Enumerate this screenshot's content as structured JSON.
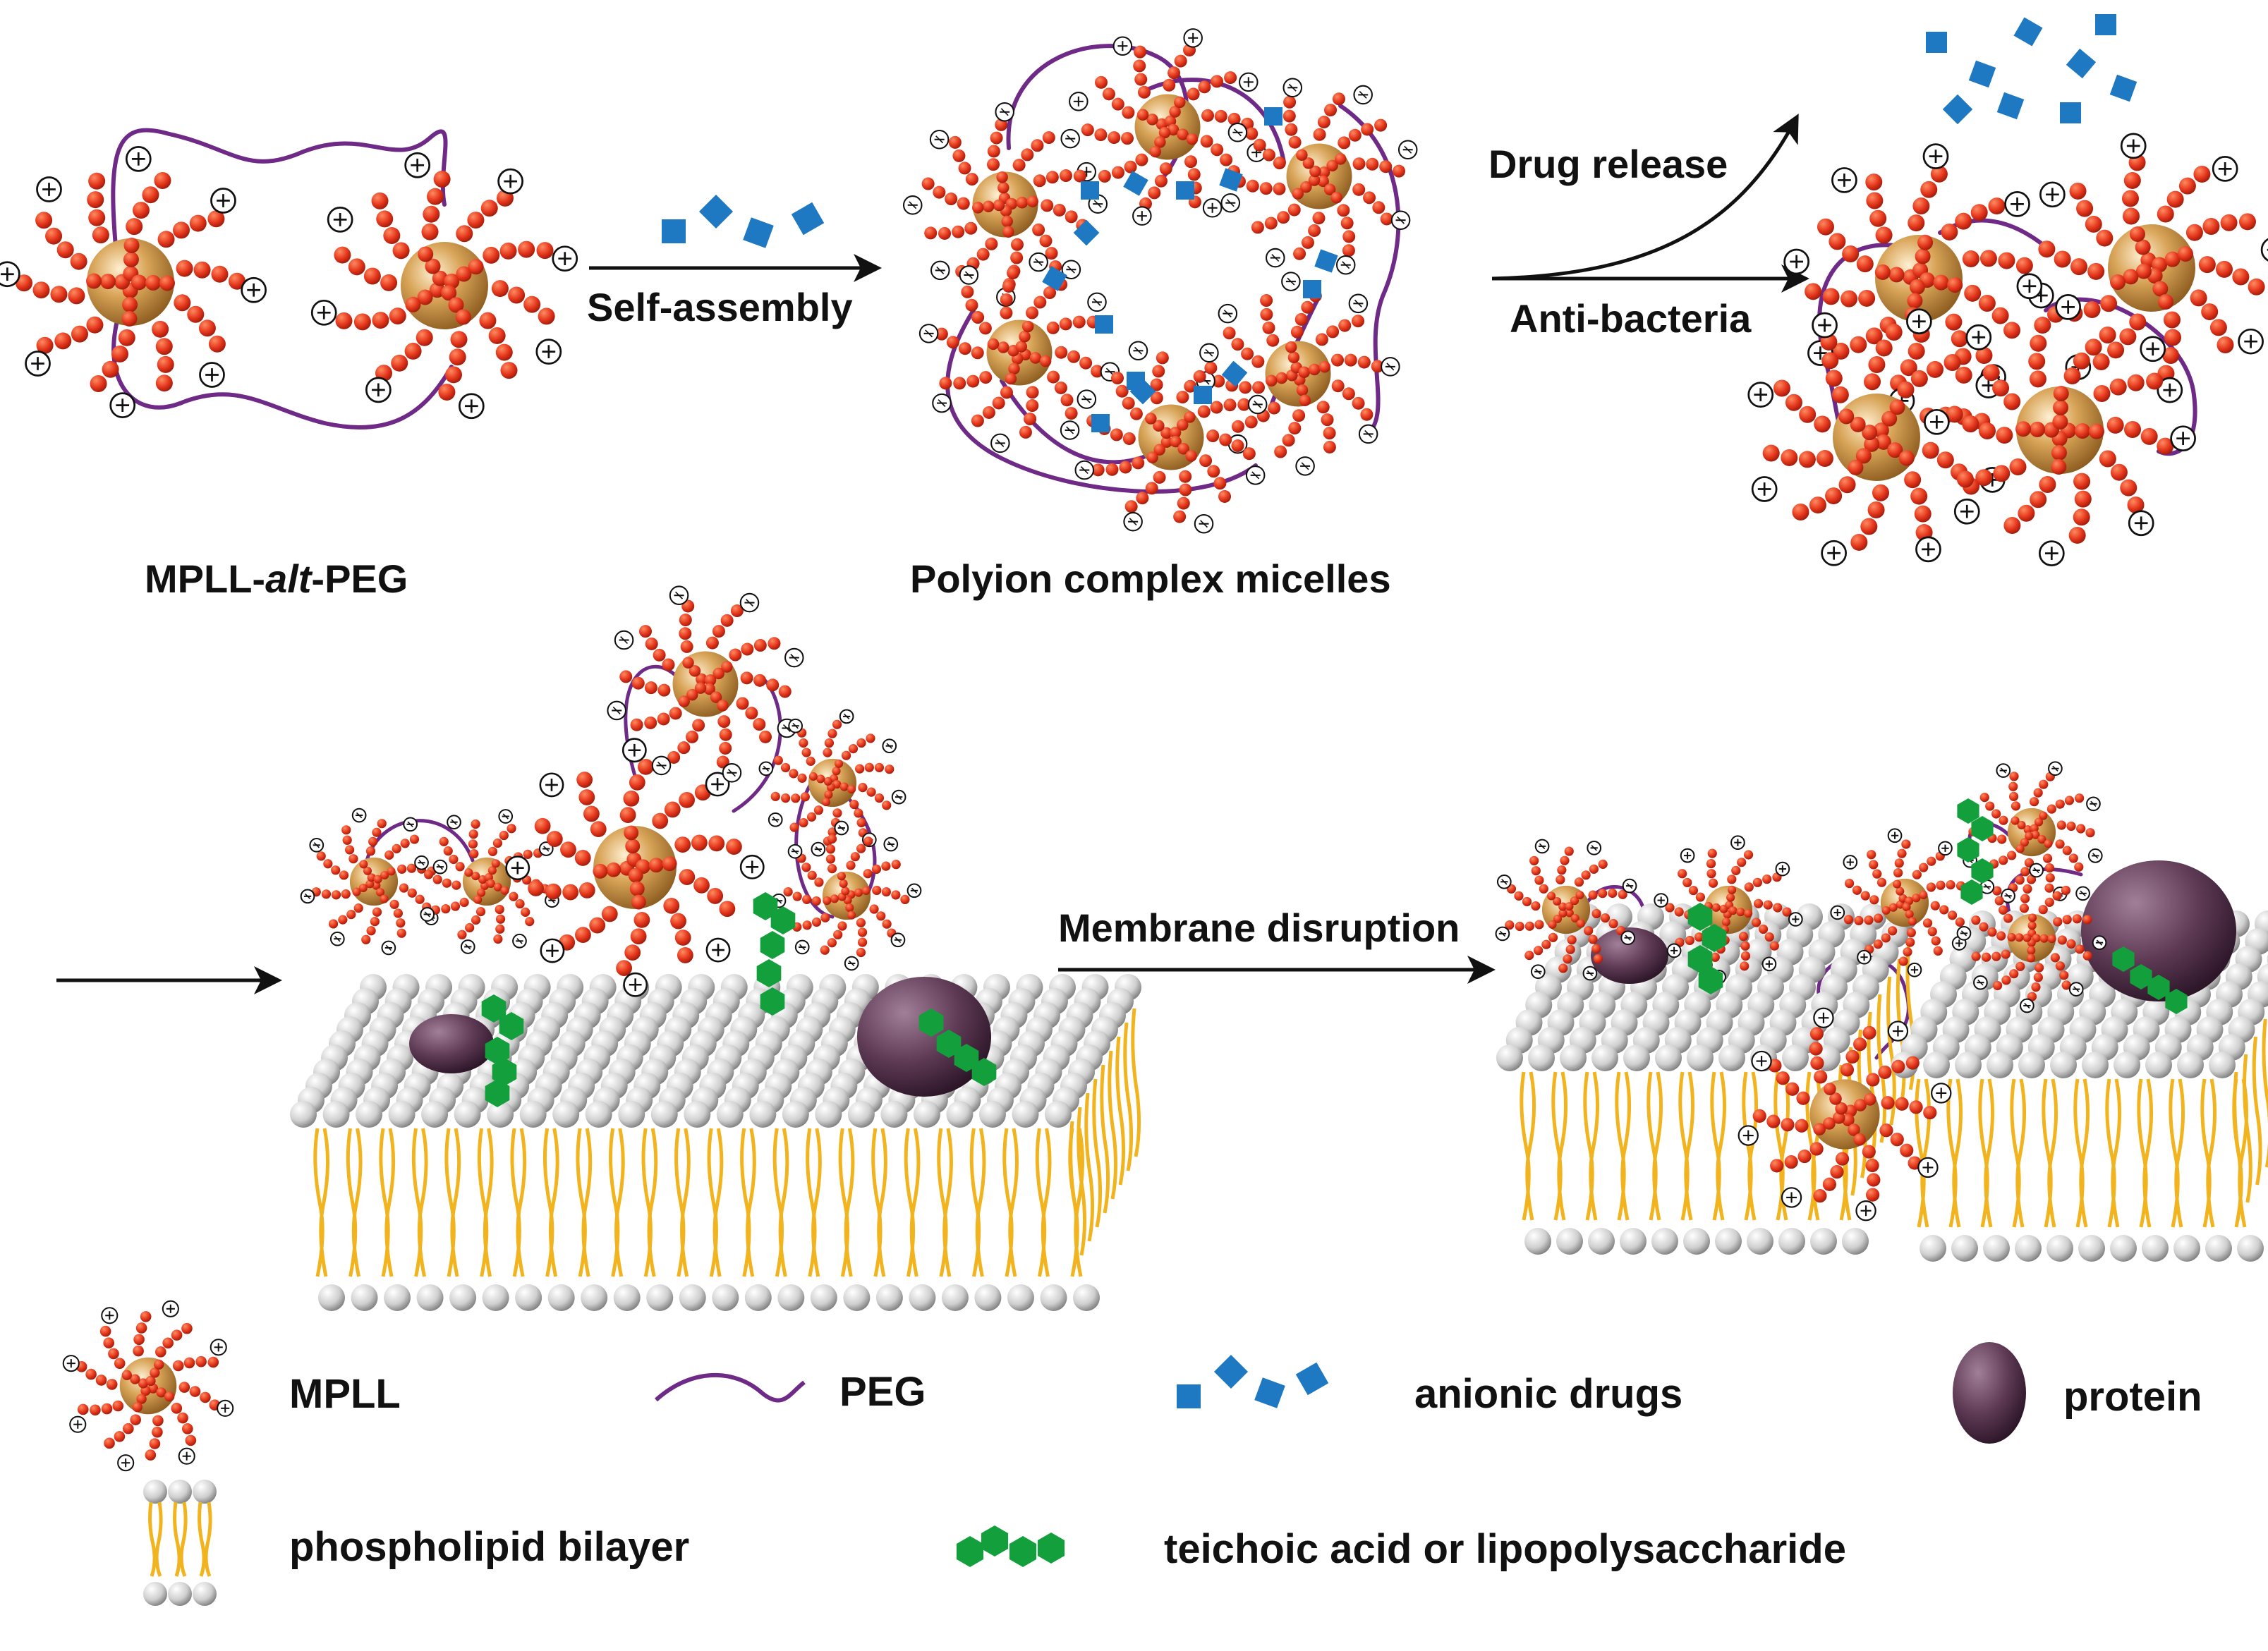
{
  "figure": {
    "monomer_prefix": "MPLL-",
    "monomer_italic": "alt",
    "monomer_suffix": "-PEG",
    "step_self_assembly": "Self-assembly",
    "micelles_label": "Polyion complex micelles",
    "step_drug_release": "Drug release",
    "step_anti_bacteria": "Anti-bacteria",
    "step_membrane_disruption": "Membrane disruption"
  },
  "legend": {
    "mpll": "MPLL",
    "peg": "PEG",
    "anionic_drugs": "anionic drugs",
    "protein": "protein",
    "bilayer": "phospholipid bilayer",
    "teichoic": "teichoic acid or lipopolysaccharide"
  },
  "colors": {
    "core": "#c9903c",
    "brush": "#e8341c",
    "peg": "#6e2a86",
    "drug": "#1e78c2",
    "head": "#c8c8c8",
    "tail": "#f2b41e",
    "protein": "#5a3850",
    "teichoic": "#13a03c"
  },
  "icons": [
    "plus-charge-icon",
    "neutral-charge-icon",
    "arrow-icon"
  ]
}
